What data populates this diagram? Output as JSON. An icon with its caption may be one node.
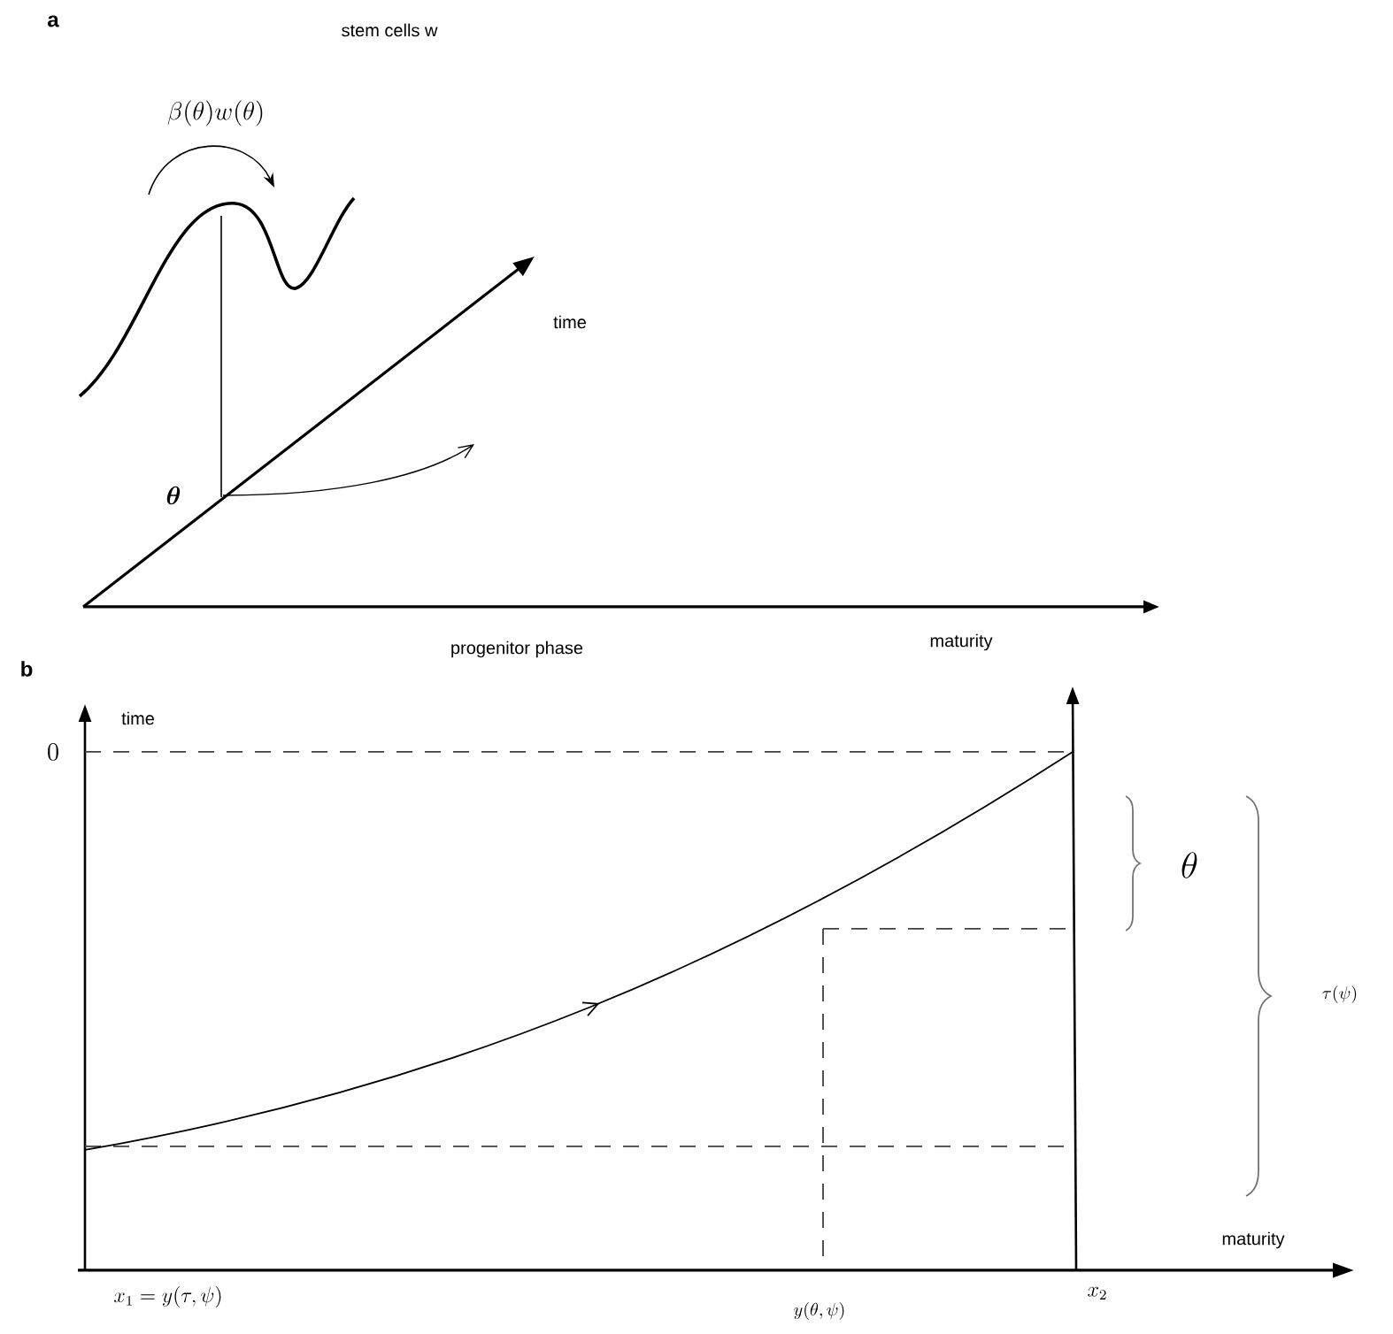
{
  "diagram": {
    "labels": [
      "a",
      "stem cells w",
      "\\beta(\\theta)w(\\theta)",
      "time",
      "\\theta",
      "progenitor phase",
      "maturity",
      "b",
      "time",
      "0",
      "\\theta",
      "\\tau(\\psi)",
      "maturity",
      "x_1 = y(\\tau,\\psi)",
      "y(\\theta,\\psi)",
      "x_2"
    ]
  }
}
